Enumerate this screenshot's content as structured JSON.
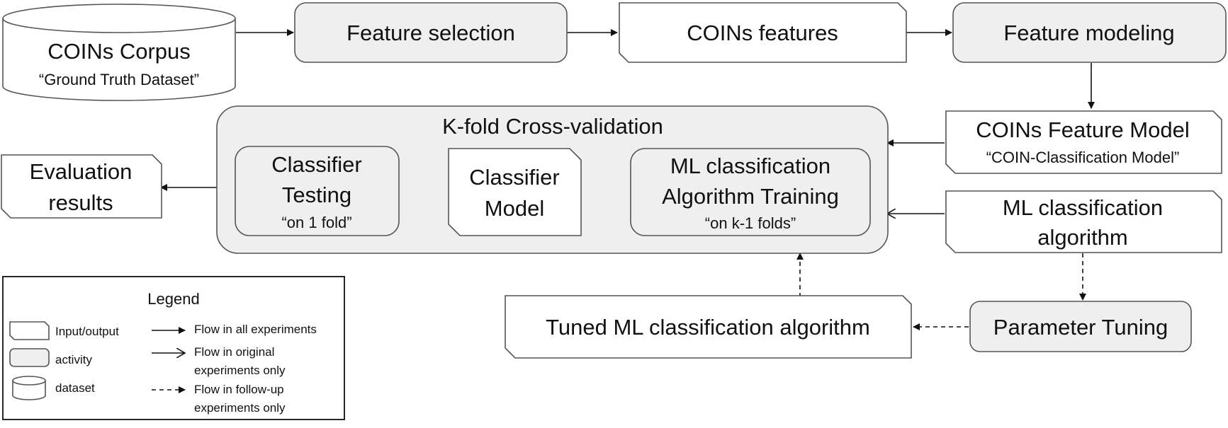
{
  "nodes": {
    "corpus": {
      "title": "COINs Corpus",
      "subtitle": "“Ground Truth Dataset”"
    },
    "feature_selection": {
      "label": "Feature selection"
    },
    "coins_features": {
      "label": "COINs features"
    },
    "feature_modeling": {
      "label": "Feature modeling"
    },
    "feature_model": {
      "title": "COINs Feature Model",
      "subtitle": "“COIN-Classification Model”"
    },
    "kfold": {
      "title": "K-fold Cross-validation"
    },
    "ml_training": {
      "line1": "ML classification",
      "line2": "Algorithm Training",
      "subtitle": "“on k-1 folds”"
    },
    "classifier_model": {
      "line1": "Classifier",
      "line2": "Model"
    },
    "classifier_testing": {
      "line1": "Classifier",
      "line2": "Testing",
      "subtitle": "“on 1 fold”"
    },
    "evaluation_results": {
      "line1": "Evaluation",
      "line2": "results"
    },
    "ml_algorithm": {
      "line1": "ML classification",
      "line2": "algorithm"
    },
    "parameter_tuning": {
      "label": "Parameter Tuning"
    },
    "tuned_algorithm": {
      "label": "Tuned ML classification algorithm"
    }
  },
  "legend": {
    "title": "Legend",
    "shapes": [
      "Input/output",
      "activity",
      "dataset"
    ],
    "flows": [
      {
        "line1": "Flow in all experiments",
        "line2": ""
      },
      {
        "line1": "Flow in original",
        "line2": "experiments only"
      },
      {
        "line1": "Flow in follow-up",
        "line2": "experiments only"
      }
    ]
  }
}
